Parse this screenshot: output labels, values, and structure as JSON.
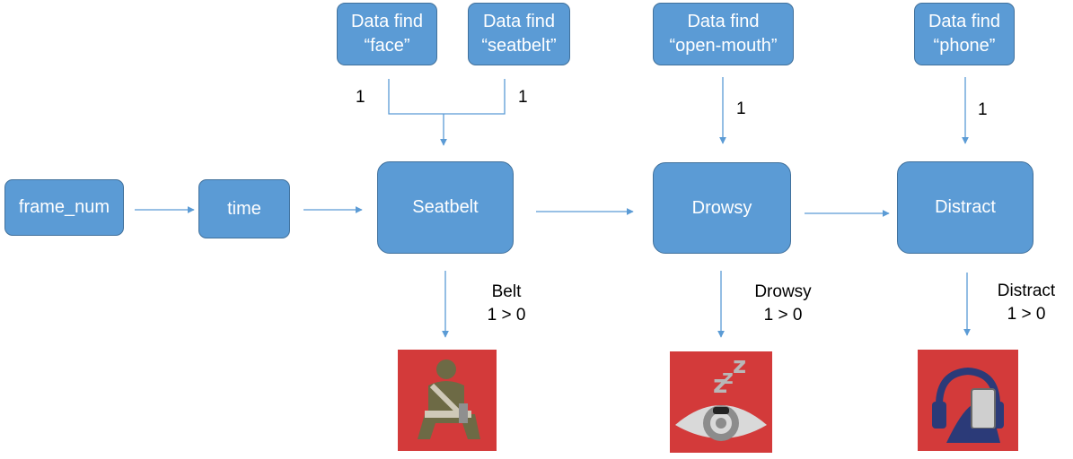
{
  "sources": {
    "face": {
      "line1": "Data find",
      "line2": "“face”"
    },
    "seatbelt": {
      "line1": "Data find",
      "line2": "“seatbelt”"
    },
    "open_mouth": {
      "line1": "Data find",
      "line2": "“open-mouth”"
    },
    "phone": {
      "line1": "Data find",
      "line2": "“phone”"
    }
  },
  "nodes": {
    "frame_num": "frame_num",
    "time": "time",
    "seatbelt": "Seatbelt",
    "drowsy": "Drowsy",
    "distract": "Distract"
  },
  "edge_labels": {
    "face": "1",
    "seatbelt": "1",
    "open_mouth": "1",
    "phone": "1"
  },
  "outputs": {
    "belt": {
      "name": "Belt",
      "cond": "1 > 0",
      "icon": "seatbelt-warning-icon"
    },
    "drowsy": {
      "name": "Drowsy",
      "cond": "1 > 0",
      "icon": "drowsy-eye-icon"
    },
    "distract": {
      "name": "Distract",
      "cond": "1 > 0",
      "icon": "phone-distraction-icon"
    }
  },
  "colors": {
    "box_fill": "#5b9bd5",
    "box_border": "#41719c",
    "arrow": "#5b9bd5",
    "icon_bg": "#d33a3a"
  }
}
